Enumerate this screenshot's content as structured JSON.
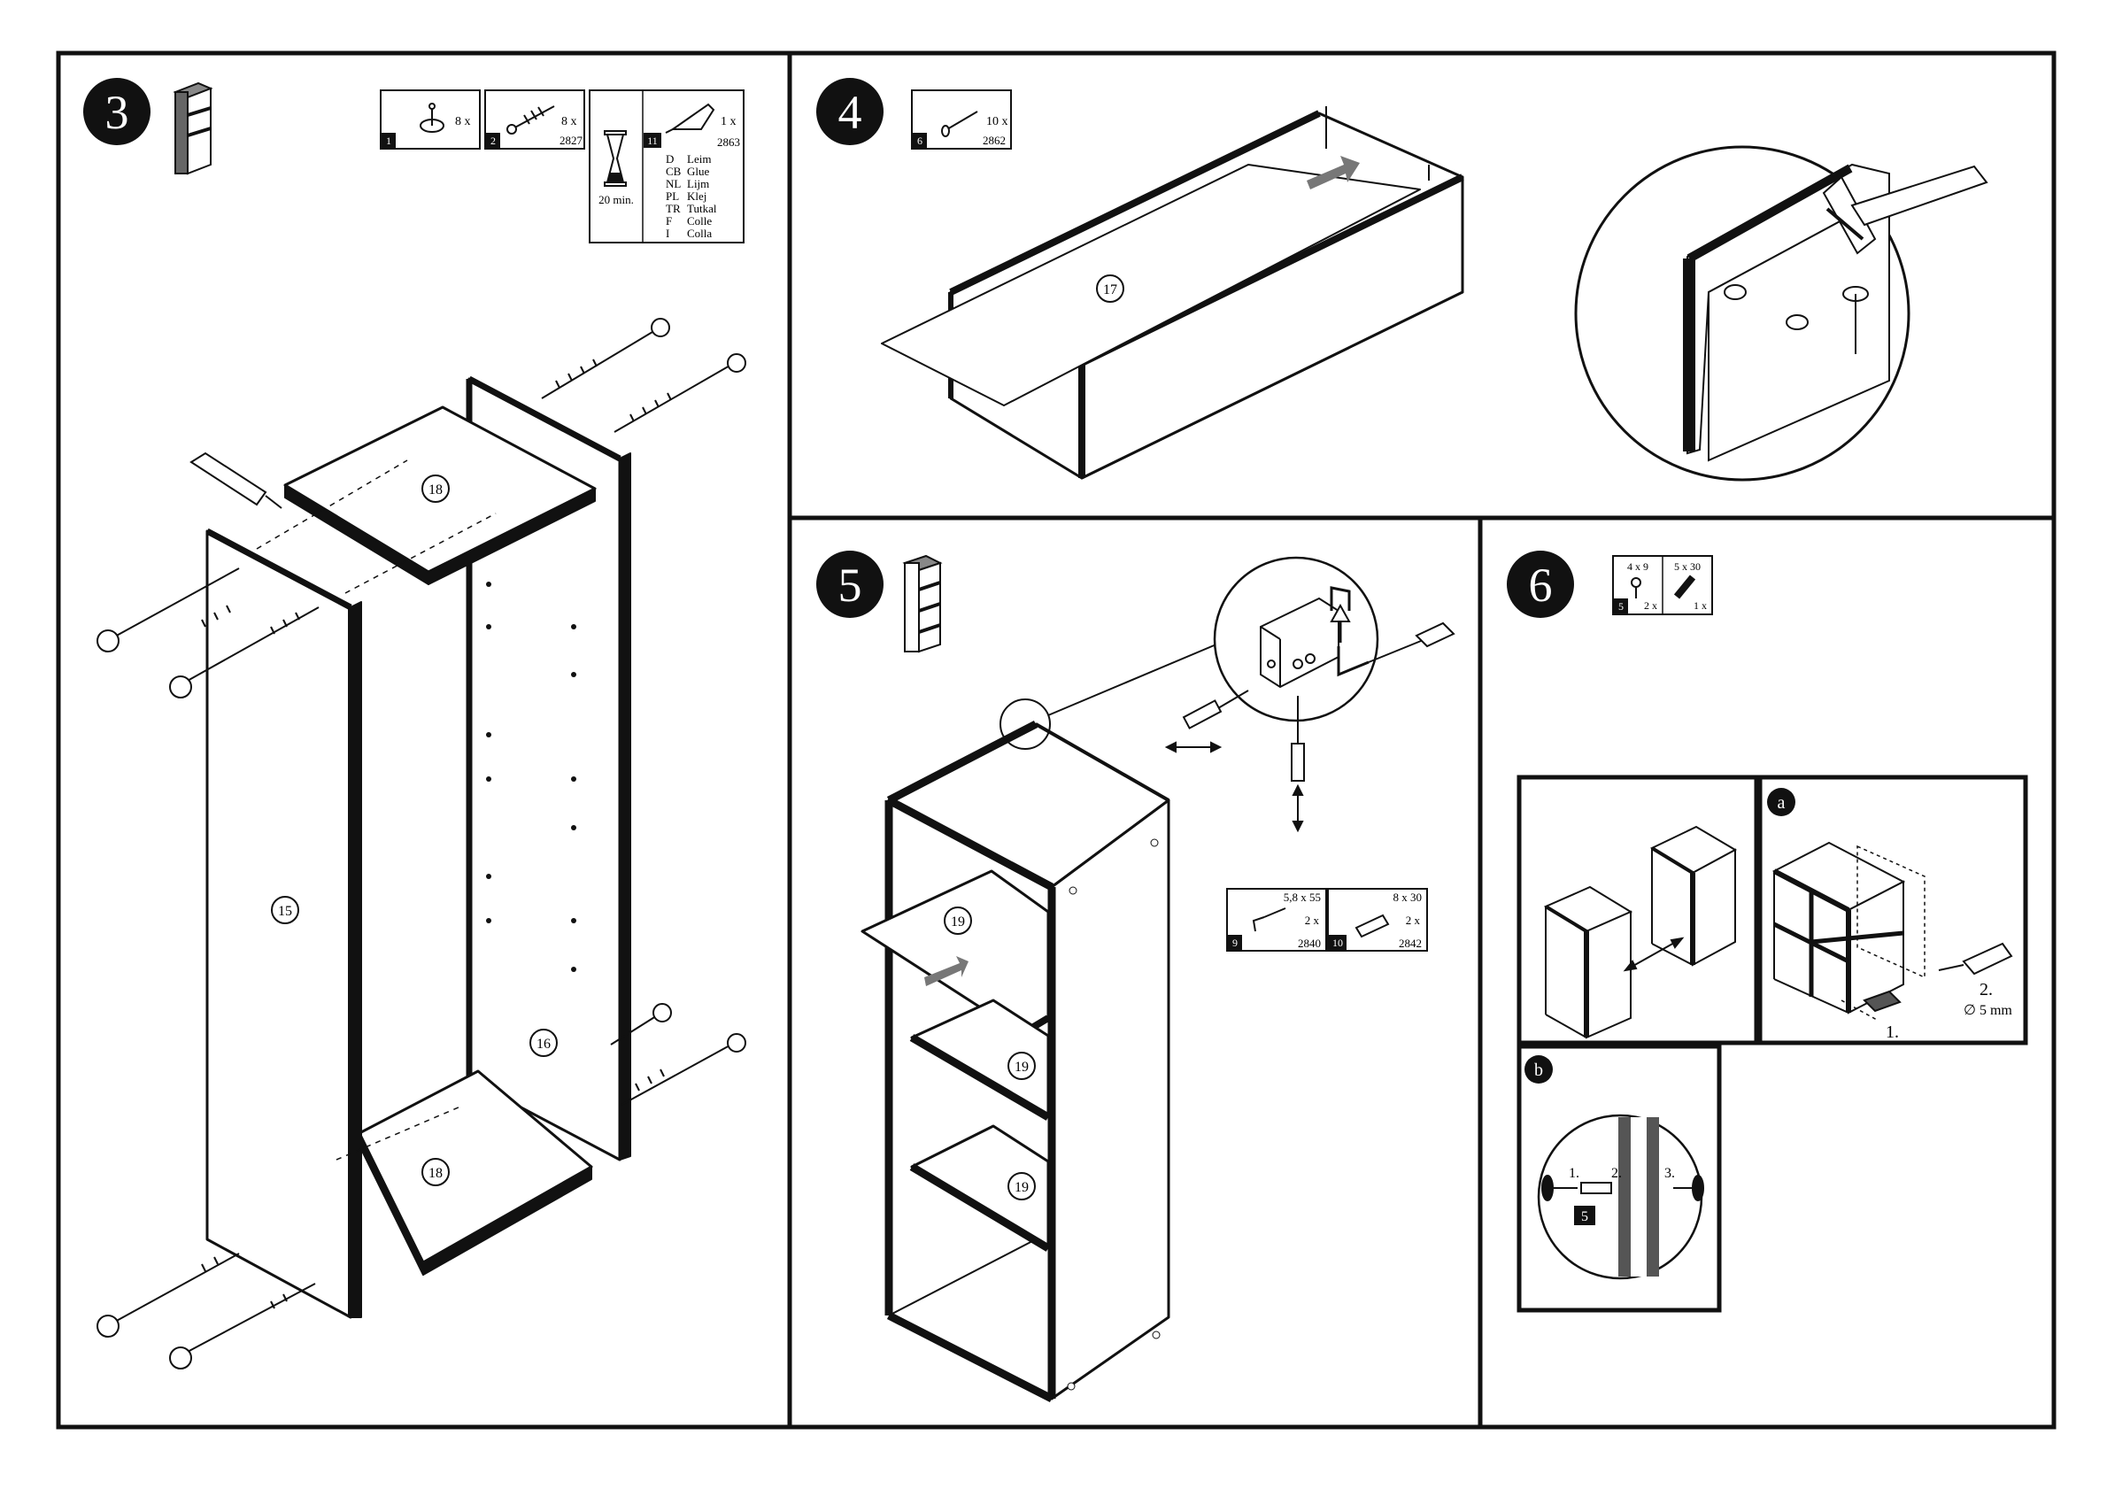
{
  "steps": [
    {
      "number": "3",
      "part_numbers": {
        "side_left": "15",
        "side_right": "16",
        "top": "18",
        "bottom": "18"
      }
    },
    {
      "number": "4",
      "part_numbers": {
        "back_panel": "17"
      }
    },
    {
      "number": "5",
      "part_numbers": {
        "shelf_top": "19",
        "shelf_mid": "19",
        "shelf_low": "19"
      }
    },
    {
      "number": "6",
      "detail_labels": {
        "a": "a",
        "b": "b"
      }
    }
  ],
  "step3_parts": [
    {
      "id": "1",
      "qty": "8 x",
      "code": "",
      "icon": "cam-lock-icon"
    },
    {
      "id": "2",
      "qty": "8 x",
      "code": "2827",
      "icon": "cam-bolt-icon"
    },
    {
      "id": "11",
      "qty": "1 x",
      "code": "2863",
      "icon": "glue-tube-icon"
    }
  ],
  "glue_time": "20 min.",
  "glue_languages": [
    {
      "code": "D",
      "word": "Leim"
    },
    {
      "code": "CB",
      "word": "Glue"
    },
    {
      "code": "NL",
      "word": "Lijm"
    },
    {
      "code": "PL",
      "word": "Klej"
    },
    {
      "code": "TR",
      "word": "Tutkal"
    },
    {
      "code": "F",
      "word": "Colle"
    },
    {
      "code": "I",
      "word": "Colla"
    }
  ],
  "step4_parts": [
    {
      "id": "6",
      "qty": "10 x",
      "code": "2862",
      "icon": "nail-icon"
    }
  ],
  "step5_parts": [
    {
      "id": "9",
      "size": "5,8 x 55",
      "qty": "2 x",
      "code": "2840",
      "icon": "hook-screw-icon"
    },
    {
      "id": "10",
      "size": "8 x 30",
      "qty": "2 x",
      "code": "2842",
      "icon": "wall-plug-icon"
    }
  ],
  "step6_parts": [
    {
      "id": "5",
      "size": "4 x 9",
      "qty": "2 x",
      "icon": "screw-icon"
    },
    {
      "size": "5 x 30",
      "qty": "1 x",
      "icon": "dowel-icon"
    }
  ],
  "step6_a_labels": {
    "step1": "1.",
    "step2": "2.",
    "drill": "∅ 5 mm"
  },
  "step6_b_labels": {
    "step1": "1.",
    "step2": "2.",
    "step3": "3.",
    "part": "5"
  },
  "colors": {
    "ink": "#111111",
    "arrow_gray": "#777777",
    "panel_gray": "#555555"
  }
}
